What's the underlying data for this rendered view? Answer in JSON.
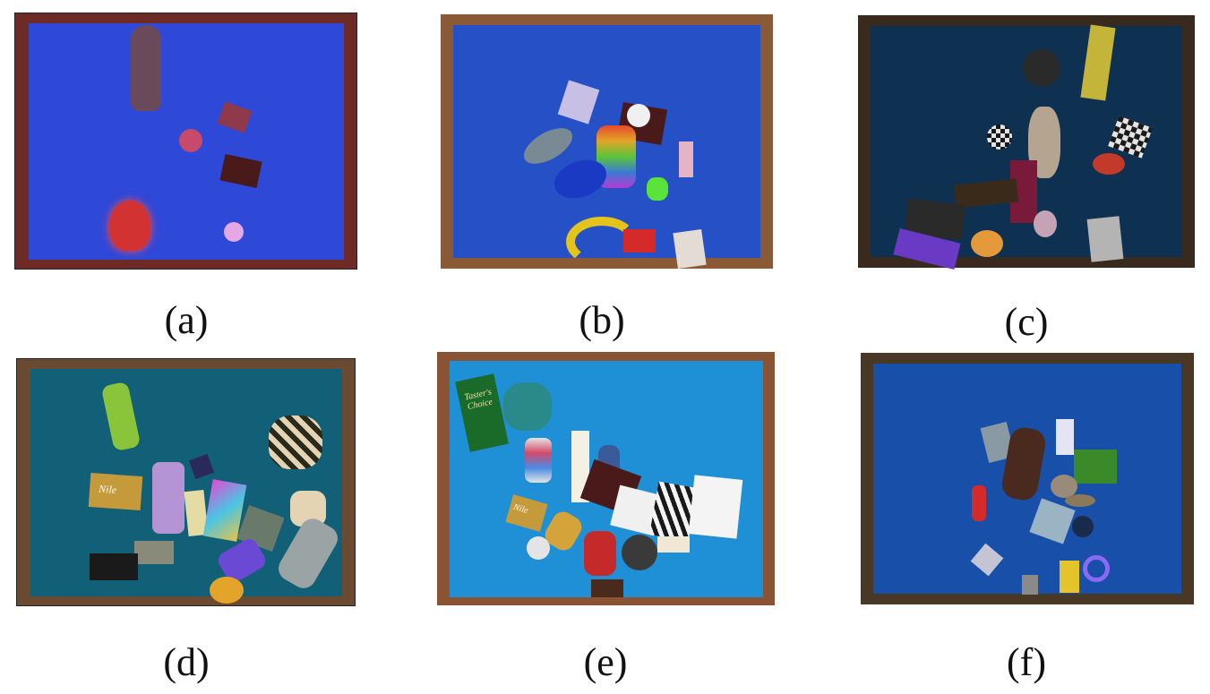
{
  "figure": {
    "panels": [
      {
        "id": "a",
        "caption": "(a)",
        "frame_color": "#6e2a24",
        "floor_color": "#2e48d8"
      },
      {
        "id": "b",
        "caption": "(b)",
        "frame_color": "#8a5a36",
        "floor_color": "#2650c6"
      },
      {
        "id": "c",
        "caption": "(c)",
        "frame_color": "#3a2a1e",
        "floor_color": "#0e3152"
      },
      {
        "id": "d",
        "caption": "(d)",
        "frame_color": "#6a4a30",
        "floor_color": "#126078"
      },
      {
        "id": "e",
        "caption": "(e)",
        "frame_color": "#8a5434",
        "floor_color": "#1f8fd6"
      },
      {
        "id": "f",
        "caption": "(f)",
        "frame_color": "#4a3826",
        "floor_color": "#184fa8"
      }
    ],
    "product_labels": {
      "d_box": "Nile",
      "e_box": "Taster's Choice",
      "e_box_small": "Nile"
    }
  }
}
